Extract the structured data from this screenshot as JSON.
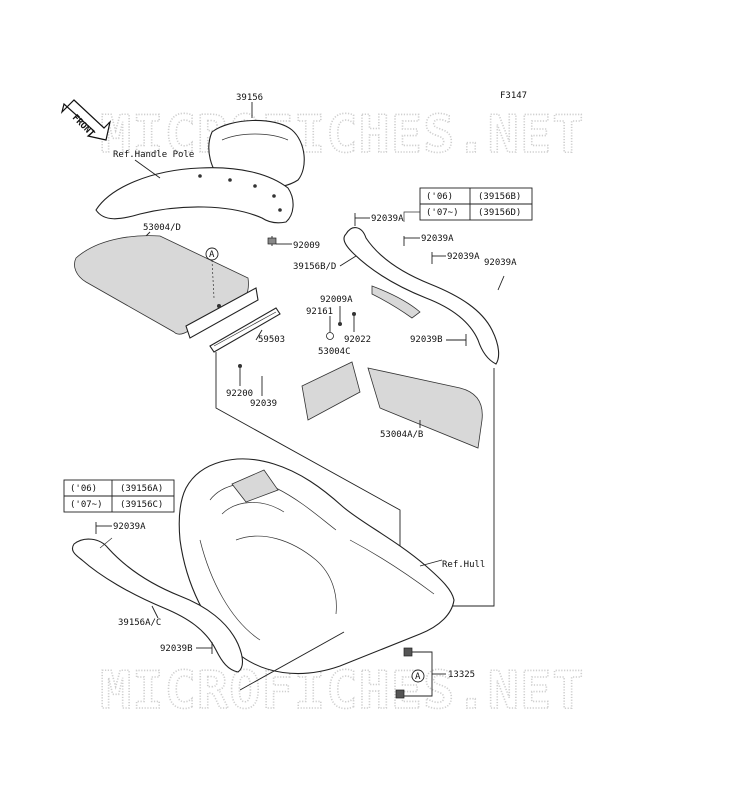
{
  "figure_code": "F3147",
  "front_arrow_text": "FRONT",
  "watermark_text": "MICROFICHES.NET",
  "callouts": {
    "c39156": "39156",
    "ref_handle_pole": "Ref.Handle Pole",
    "c53004d": "53004/D",
    "c92009": "92009",
    "c59503": "59503",
    "c92200": "92200",
    "c92039_mid": "92039",
    "c92039a_1": "92039A",
    "c92039a_2": "92039A",
    "c92039a_3": "92039A",
    "c92039a_4": "92039A",
    "c39156bd": "39156B/D",
    "c92009a": "92009A",
    "c92161": "92161",
    "c92022": "92022",
    "c53004c": "53004C",
    "c92039b_r": "92039B",
    "c53004ab": "53004A/B",
    "ref_hull": "Ref.Hull",
    "c92039a_l": "92039A",
    "c39156ac": "39156A/C",
    "c92039b_l": "92039B",
    "c13325": "13325",
    "ref_a": "A"
  },
  "table_right": {
    "rows": [
      {
        "year": "('06)",
        "part": "(39156B)"
      },
      {
        "year": "('07~)",
        "part": "(39156D)"
      }
    ]
  },
  "table_left": {
    "rows": [
      {
        "year": "('06)",
        "part": "(39156A)"
      },
      {
        "year": "('07~)",
        "part": "(39156C)"
      }
    ]
  }
}
